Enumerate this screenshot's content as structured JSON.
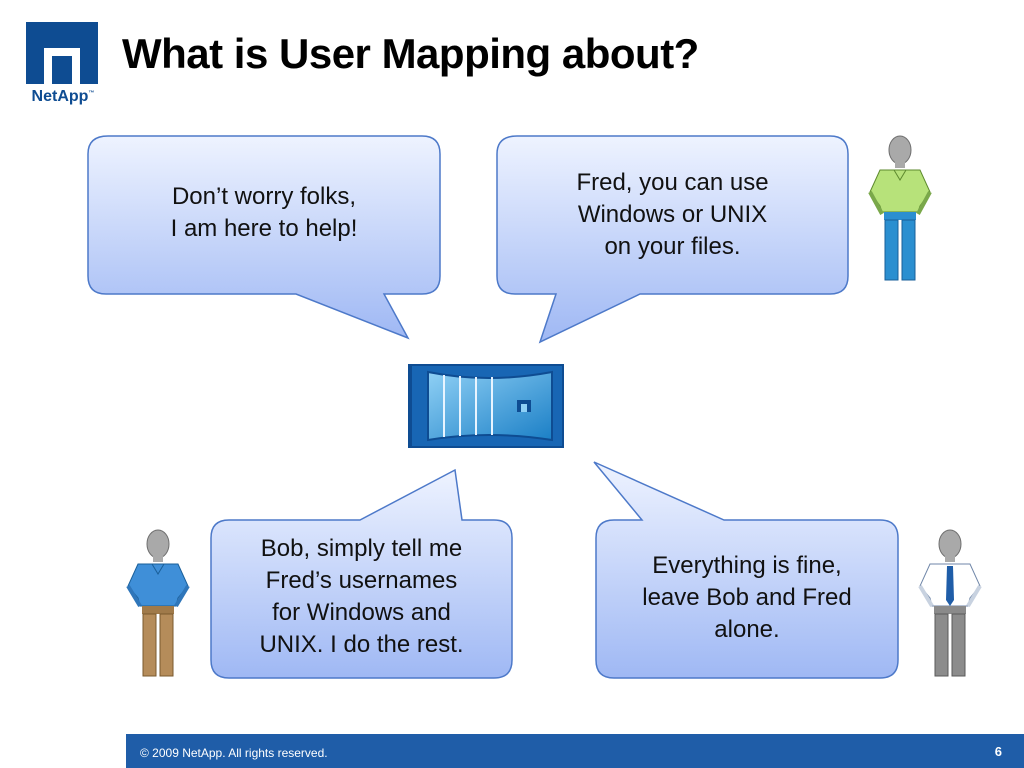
{
  "header": {
    "logo_text": "NetApp",
    "logo_tm": "™",
    "title": "What is User Mapping about?"
  },
  "bubbles": {
    "top_left": {
      "lines": [
        "Don’t worry folks,",
        "I am here to help!"
      ]
    },
    "top_right": {
      "lines": [
        "Fred, you can use",
        "Windows or UNIX",
        "on your files."
      ]
    },
    "bottom_left": {
      "lines": [
        "Bob, simply tell me",
        "Fred’s usernames",
        "for Windows and",
        "UNIX. I do the rest."
      ]
    },
    "bottom_right": {
      "lines": [
        "Everything is fine,",
        "leave Bob and Fred",
        "alone."
      ]
    }
  },
  "icons": {
    "storage": "netapp-storage-appliance-icon",
    "person_top_right": "person-green-shirt-icon",
    "person_bottom_left": "person-blue-shirt-icon",
    "person_bottom_right": "person-white-shirt-tie-icon"
  },
  "colors": {
    "brand_blue": "#0e4c92",
    "bubble_top": "#eef3ff",
    "bubble_bottom": "#9fb8f4",
    "bubble_stroke": "#4d79c9",
    "footer_bg": "#1f5da8"
  },
  "footer": {
    "copyright": "© 2009 NetApp.  All rights reserved.",
    "page_number": "6"
  }
}
